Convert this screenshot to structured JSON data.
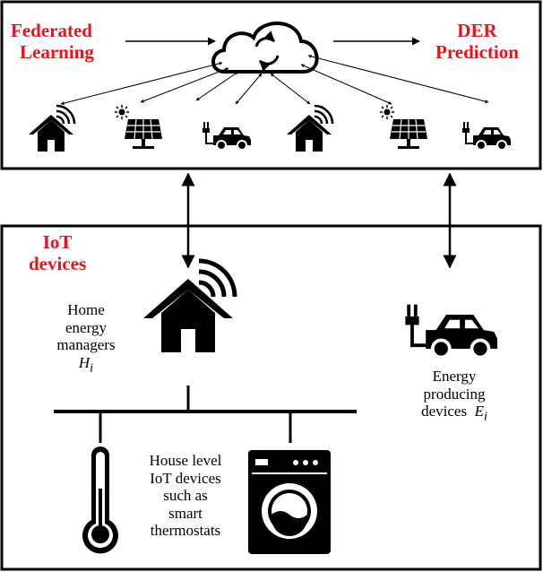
{
  "top_panel": {
    "left_title_line1": "Federated",
    "left_title_line2": "Learning",
    "right_title_line1": "DER",
    "right_title_line2": "Prediction"
  },
  "bottom_panel": {
    "title_line1": "IoT",
    "title_line2": "devices",
    "home_label_line1": "Home",
    "home_label_line2": "energy",
    "home_label_line3": "managers",
    "home_symbol": "H",
    "home_subscript": "i",
    "energy_label_line1": "Energy",
    "energy_label_line2": "producing",
    "energy_label_line3": "devices",
    "energy_symbol": "E",
    "energy_subscript": "i",
    "iot_label_line1": "House level",
    "iot_label_line2": "IoT devices",
    "iot_label_line3": "such as",
    "iot_label_line4": "smart",
    "iot_label_line5": "thermostats"
  },
  "colors": {
    "accent": "#e8131a",
    "line": "#000000",
    "background": "#ffffff"
  },
  "icons": [
    "cloud-sync-icon",
    "smart-home-icon",
    "solar-panel-icon",
    "ev-car-icon",
    "thermometer-icon",
    "washing-machine-icon"
  ]
}
